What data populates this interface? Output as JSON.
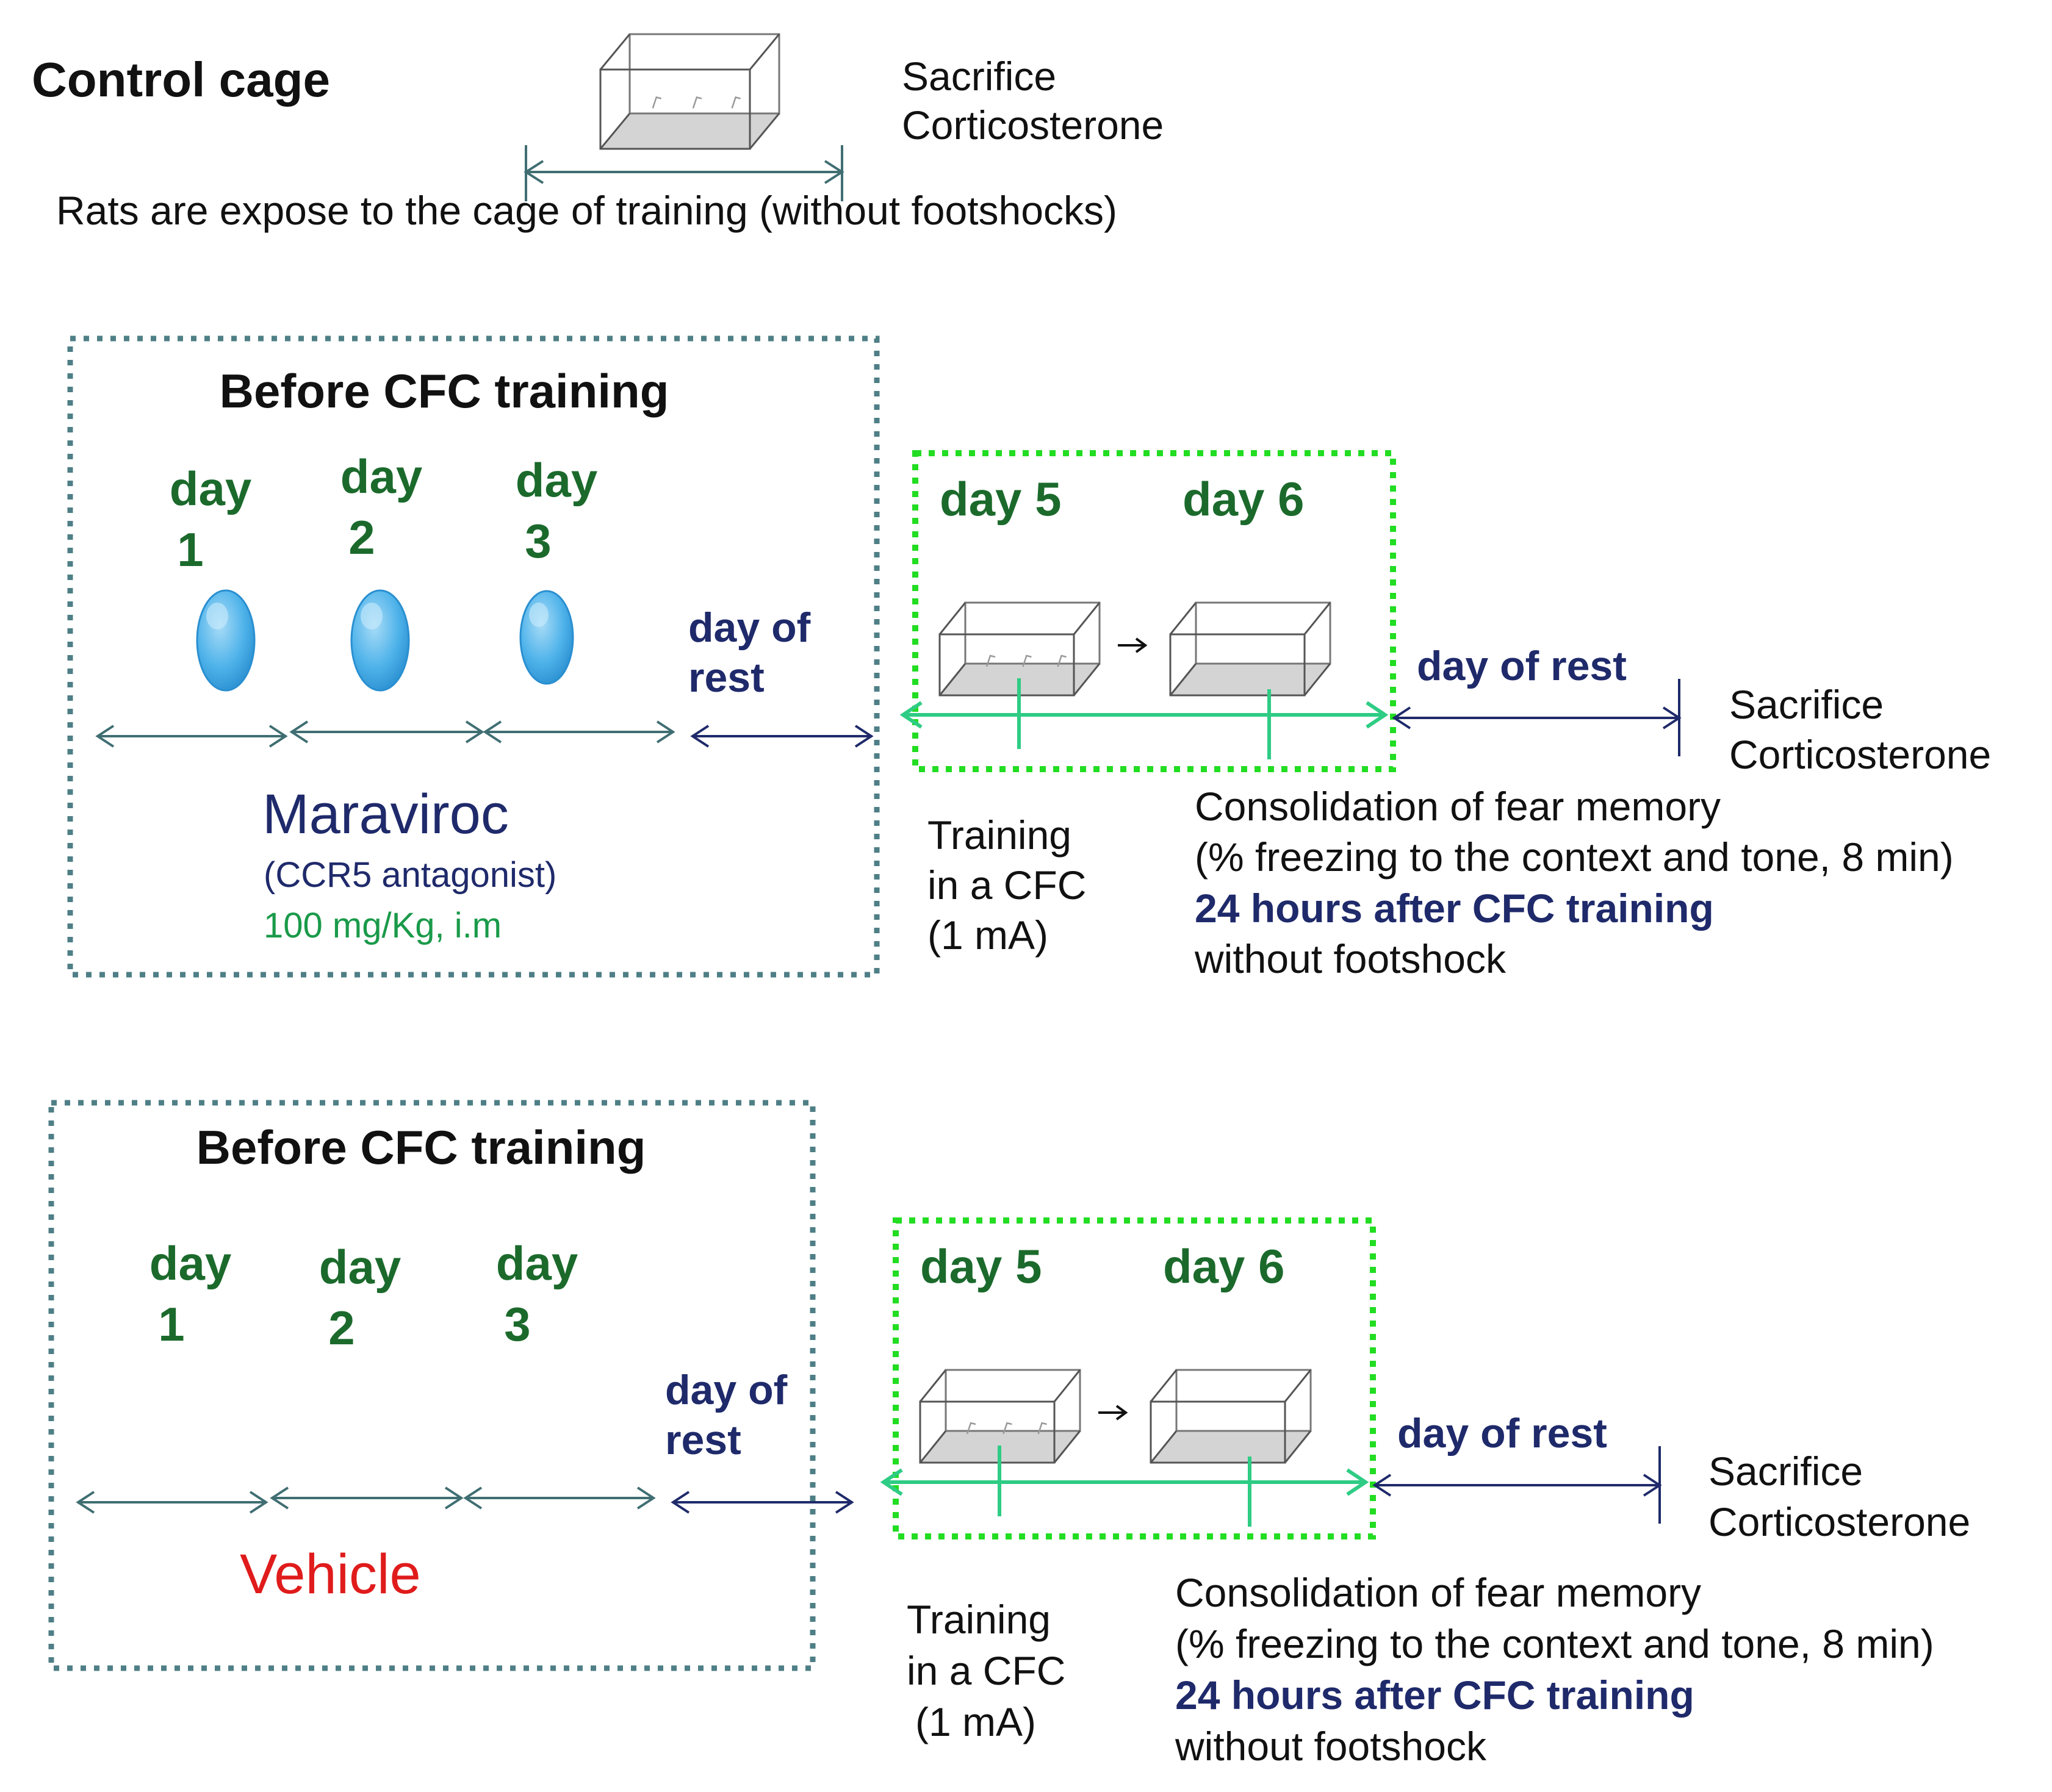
{
  "colors": {
    "black": "#111111",
    "day_green": "#1b6a2c",
    "navy": "#1f2a6b",
    "teal_box": "#4f7f86",
    "teal_arrow": "#3f6e72",
    "bright_green": "#22dd22",
    "mint_line": "#2ecc84",
    "vehicle_red": "#e01b1b",
    "dose_green": "#1a9a4a",
    "pill_blue": "#4fb3ea"
  },
  "control": {
    "title": "Control cage",
    "outcome": [
      "Sacrifice",
      "Corticosterone"
    ],
    "description": "Rats are expose to the cage of training (without footshocks)"
  },
  "panels": [
    {
      "box_title": "Before CFC training",
      "days": [
        {
          "word": "day",
          "num": "1"
        },
        {
          "word": "day",
          "num": "2"
        },
        {
          "word": "day",
          "num": "3"
        }
      ],
      "rest_label": [
        "day of",
        "rest"
      ],
      "pills": true,
      "treatment": "Maraviroc",
      "treatment_sub": "(CCR5 antagonist)",
      "dose": "100 mg/Kg, i.m",
      "day5": "day 5",
      "day6": "day 6",
      "rest2": "day of rest",
      "outcome": [
        "Sacrifice",
        "Corticosterone"
      ],
      "training": [
        "Training",
        "in a CFC",
        "(1 mA)"
      ],
      "consolidation": [
        "Consolidation of fear memory",
        "(% freezing to the context and tone, 8 min)",
        "24 hours after CFC training",
        "without footshock"
      ]
    },
    {
      "box_title": "Before CFC training",
      "days": [
        {
          "word": "day",
          "num": "1"
        },
        {
          "word": "day",
          "num": "2"
        },
        {
          "word": "day",
          "num": "3"
        }
      ],
      "rest_label": [
        "day of",
        "rest"
      ],
      "pills": false,
      "treatment": "Vehicle",
      "treatment_sub": "",
      "dose": "",
      "day5": "day 5",
      "day6": "day 6",
      "rest2": "day of rest",
      "outcome": [
        "Sacrifice",
        "Corticosterone"
      ],
      "training": [
        "Training",
        "in a CFC",
        "(1 mA)"
      ],
      "consolidation": [
        "Consolidation of fear memory",
        "(% freezing to the context and tone, 8 min)",
        "24 hours after CFC training",
        "without footshock"
      ]
    }
  ]
}
